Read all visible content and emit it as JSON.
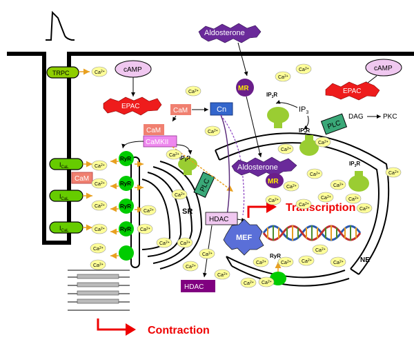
{
  "labels": {
    "trpc": "TRPC",
    "ica_main": "I",
    "ica_sub": "CaL",
    "camp": "cAMP",
    "epac": "EPAC",
    "cam": "CaM",
    "camkii": "CaMKII",
    "cn": "Cn",
    "aldosterone": "Aldosterone",
    "mr": "MR",
    "ryr": "RyR",
    "ip3r_main": "IP",
    "ip3r_sub": "3",
    "ip3r_tail": "R",
    "ip3_main": "IP",
    "ip3_sub": "3",
    "plc": "PLC",
    "dag": "DAG",
    "pkc": "PKC",
    "sr": "SR",
    "hdac": "HDAC",
    "mef": "MEF",
    "transcription": "Transcription",
    "contraction": "Contraction",
    "ne": "NE",
    "ca": "Ca",
    "ca_sup": "2+"
  },
  "colors": {
    "ca_fill": "#ffff99",
    "green_channel": "#66cc00",
    "ryr_green": "#00cc00",
    "epac_red": "#ee1c1c",
    "cam_fill": "#f08070",
    "camkii_fill": "#ee88ee",
    "cn_fill": "#3366cc",
    "aldo_purple": "#6a2a9a",
    "mr_purple": "#6a1e8a",
    "mr_yellow": "#ffee00",
    "plc_fill": "#3aa878",
    "hdac_fill": "#f0c8f0",
    "hdac_dark": "#800080",
    "mef_fill": "#5a6fd8",
    "arrow_red": "#ee0000",
    "arrow_gold": "#e8a020",
    "camp_fill": "#f0c8f0"
  },
  "icons": {
    "ca_ion": "ca-ion-icon",
    "dna": "dna-helix-icon",
    "action_potential": "action-potential-icon"
  }
}
